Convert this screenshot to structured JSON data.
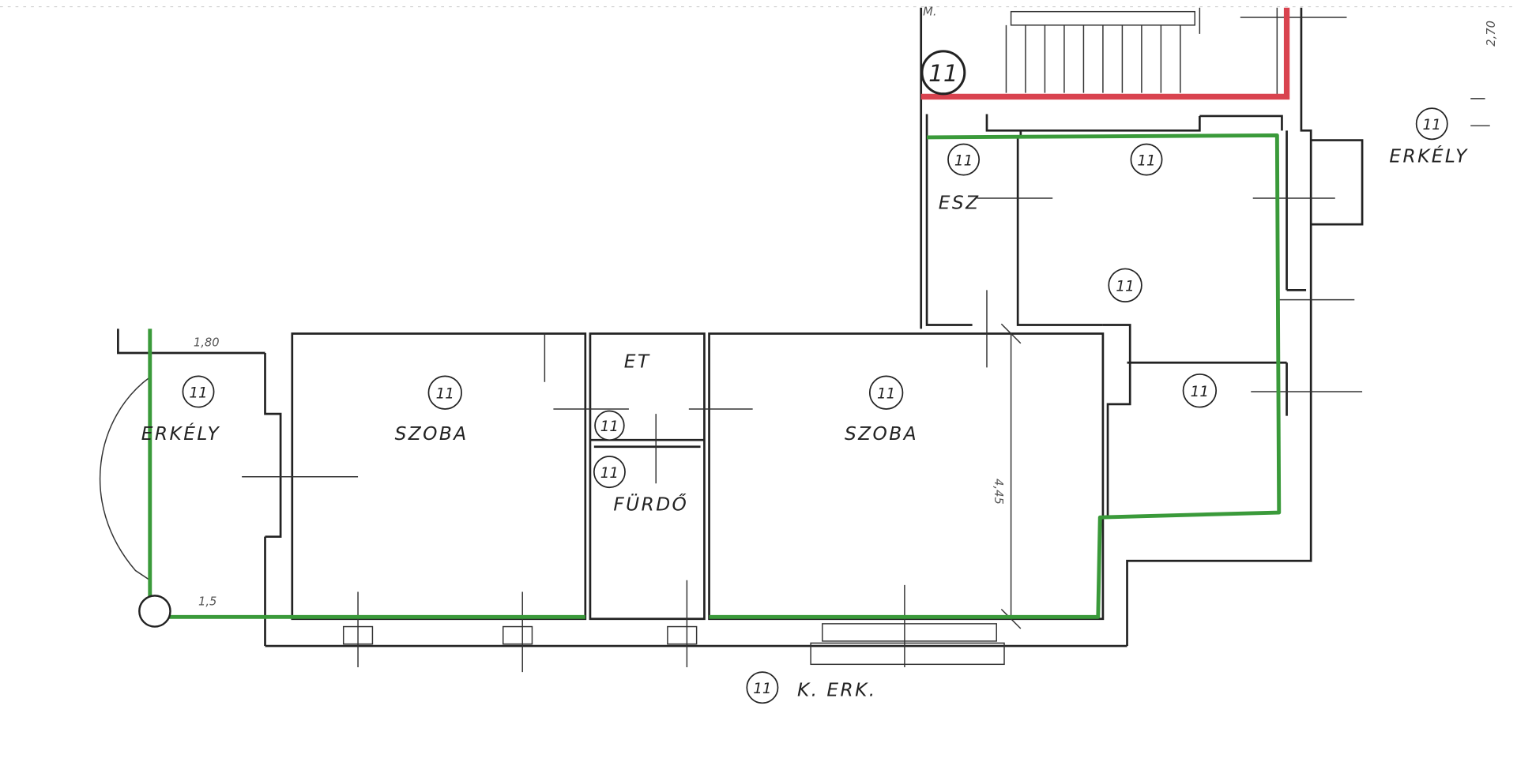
{
  "plan": {
    "unit_number": "11",
    "rooms": [
      {
        "name": "ERKÉLY",
        "number": "11"
      },
      {
        "name": "SZOBA",
        "number": "11"
      },
      {
        "name": "ET",
        "number": "11"
      },
      {
        "name": "FÜRDŐ",
        "number": "11"
      },
      {
        "name": "SZOBA",
        "number": "11"
      },
      {
        "name": "ESZ",
        "number": "11"
      },
      {
        "name": "",
        "number": "11"
      },
      {
        "name": "",
        "number": "11"
      },
      {
        "name": "",
        "number": "11"
      },
      {
        "name": "ERKÉLY",
        "number": "11"
      },
      {
        "name": "K. ERK.",
        "number": "11"
      }
    ],
    "dimensions": [
      "4,45",
      "1,80",
      "1,5",
      "2,70",
      "M."
    ],
    "colors": {
      "outline_green": "#3a9a3a",
      "outline_red": "#d9434f",
      "walls": "#222222"
    }
  }
}
